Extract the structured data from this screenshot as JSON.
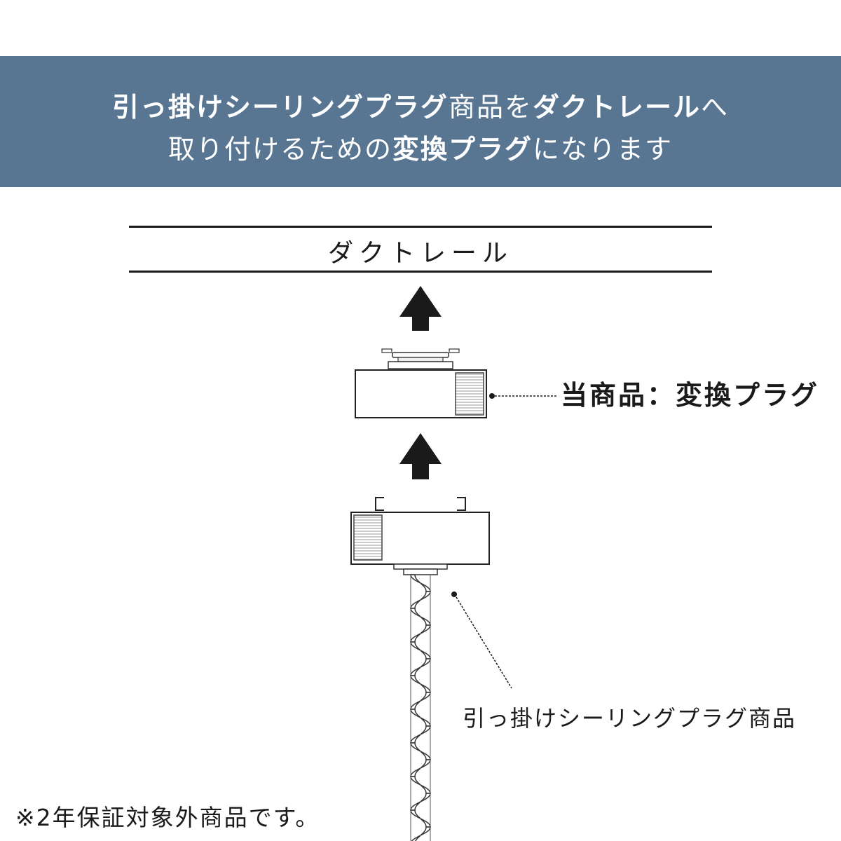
{
  "header": {
    "line1_em1": "引っ掛けシーリングプラグ",
    "line1_mid": "商品を",
    "line1_em2": "ダクトレール",
    "line1_end": "へ",
    "line2_pre": "取り付けるための",
    "line2_em": "変換プラグ",
    "line2_end": "になります"
  },
  "diagram": {
    "rail_label": "ダクトレール",
    "product_label": "当商品：変換プラグ",
    "pendant_label": "引っ掛けシーリングプラグ商品"
  },
  "footnote": "※2年保証対象外商品です。",
  "colors": {
    "banner": "#587592",
    "arrow": "#1a1a1a",
    "line": "#1a1a1a"
  }
}
